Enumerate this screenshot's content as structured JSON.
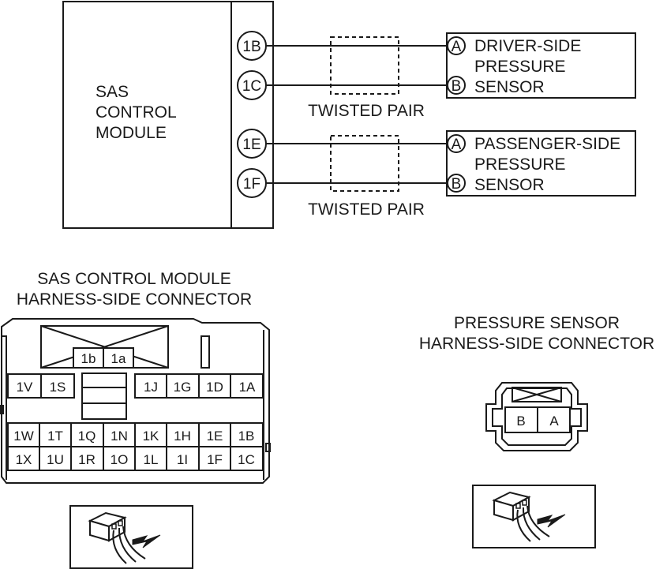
{
  "module": {
    "name_lines": [
      "SAS",
      "CONTROL",
      "MODULE"
    ],
    "pins": [
      "1B",
      "1C",
      "1E",
      "1F"
    ]
  },
  "twisted_pair_label": "TWISTED PAIR",
  "driver_sensor": {
    "pins": [
      "A",
      "B"
    ],
    "name_lines": [
      "DRIVER-SIDE",
      "PRESSURE",
      "SENSOR"
    ]
  },
  "passenger_sensor": {
    "pins": [
      "A",
      "B"
    ],
    "name_lines": [
      "PASSENGER-SIDE",
      "PRESSURE",
      "SENSOR"
    ]
  },
  "module_connector": {
    "title_lines": [
      "SAS CONTROL MODULE",
      "HARNESS-SIDE CONNECTOR"
    ],
    "top_terminals": [
      "1b",
      "1a"
    ],
    "row1_left": [
      "1V",
      "1S"
    ],
    "row1_right": [
      "1J",
      "1G",
      "1D",
      "1A"
    ],
    "row2": [
      "1W",
      "1T",
      "1Q",
      "1N",
      "1K",
      "1H",
      "1E",
      "1B"
    ],
    "row3": [
      "1X",
      "1U",
      "1R",
      "1O",
      "1L",
      "1I",
      "1F",
      "1C"
    ]
  },
  "sensor_connector": {
    "title_lines": [
      "PRESSURE SENSOR",
      "HARNESS-SIDE CONNECTOR"
    ],
    "terminals": [
      "B",
      "A"
    ]
  },
  "colors": {
    "line": "#1a1a1a",
    "background": "#ffffff"
  }
}
